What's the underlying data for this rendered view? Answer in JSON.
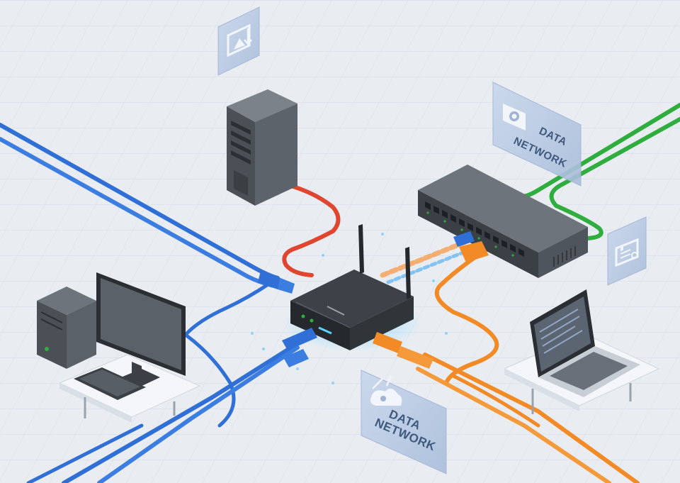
{
  "scene": {
    "top_label": {
      "line1": "DATA",
      "line2": "NETWORK",
      "icon": "camera-icon"
    },
    "bottom_label": {
      "line1": "DATA",
      "line2": "NETWORK",
      "icon": "cloud-network-icon"
    },
    "download_panel": {
      "icon": "download-icon"
    },
    "device_panel": {
      "icon": "storage-device-icon"
    }
  },
  "devices": [
    {
      "id": "server",
      "icon": "server-icon"
    },
    {
      "id": "router",
      "icon": "router-icon"
    },
    {
      "id": "switch",
      "icon": "switch-icon"
    },
    {
      "id": "desktop",
      "icon": "desktop-computer-icon"
    },
    {
      "id": "laptop",
      "icon": "laptop-icon"
    }
  ],
  "colors": {
    "background": "#e9edf2",
    "grid": "#d6dde6",
    "cable_blue": "#2f6fd6",
    "cable_red": "#e0452f",
    "cable_orange": "#f28a26",
    "cable_green": "#2fae3f",
    "device_dark": "#2f3338",
    "device_gray": "#5b6168",
    "panel": "#b9c9e2",
    "label_text": "#3f5a7e"
  }
}
